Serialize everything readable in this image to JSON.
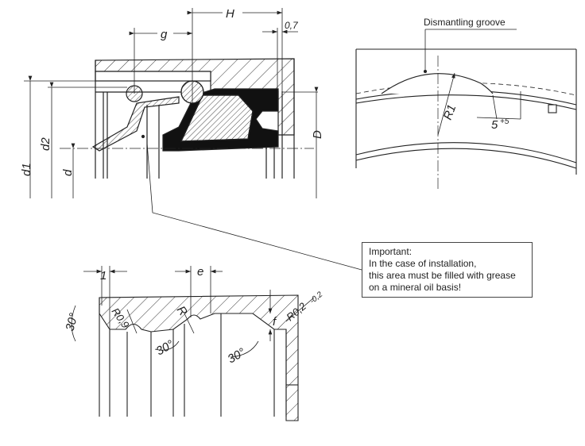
{
  "labels": {
    "H": "H",
    "g": "g",
    "gap": "0,7",
    "d1": "d1",
    "d2": "d2",
    "d": "d",
    "D": "D",
    "dismantling_groove": "Dismantling groove",
    "R1": "R1",
    "five": "5",
    "five_tol": "+5",
    "one": "1",
    "e": "e",
    "R09": "R0,9",
    "R": "R",
    "angle1": "30°",
    "angle2": "30°",
    "angle3": "30°",
    "f": "f",
    "R02": "R0,2",
    "R02_tol": "-0,2"
  },
  "note": {
    "line1": "Important:",
    "line2": "In the case of installation,",
    "line3": "this area must be filled with grease",
    "line4": "on a mineral oil basis!"
  }
}
